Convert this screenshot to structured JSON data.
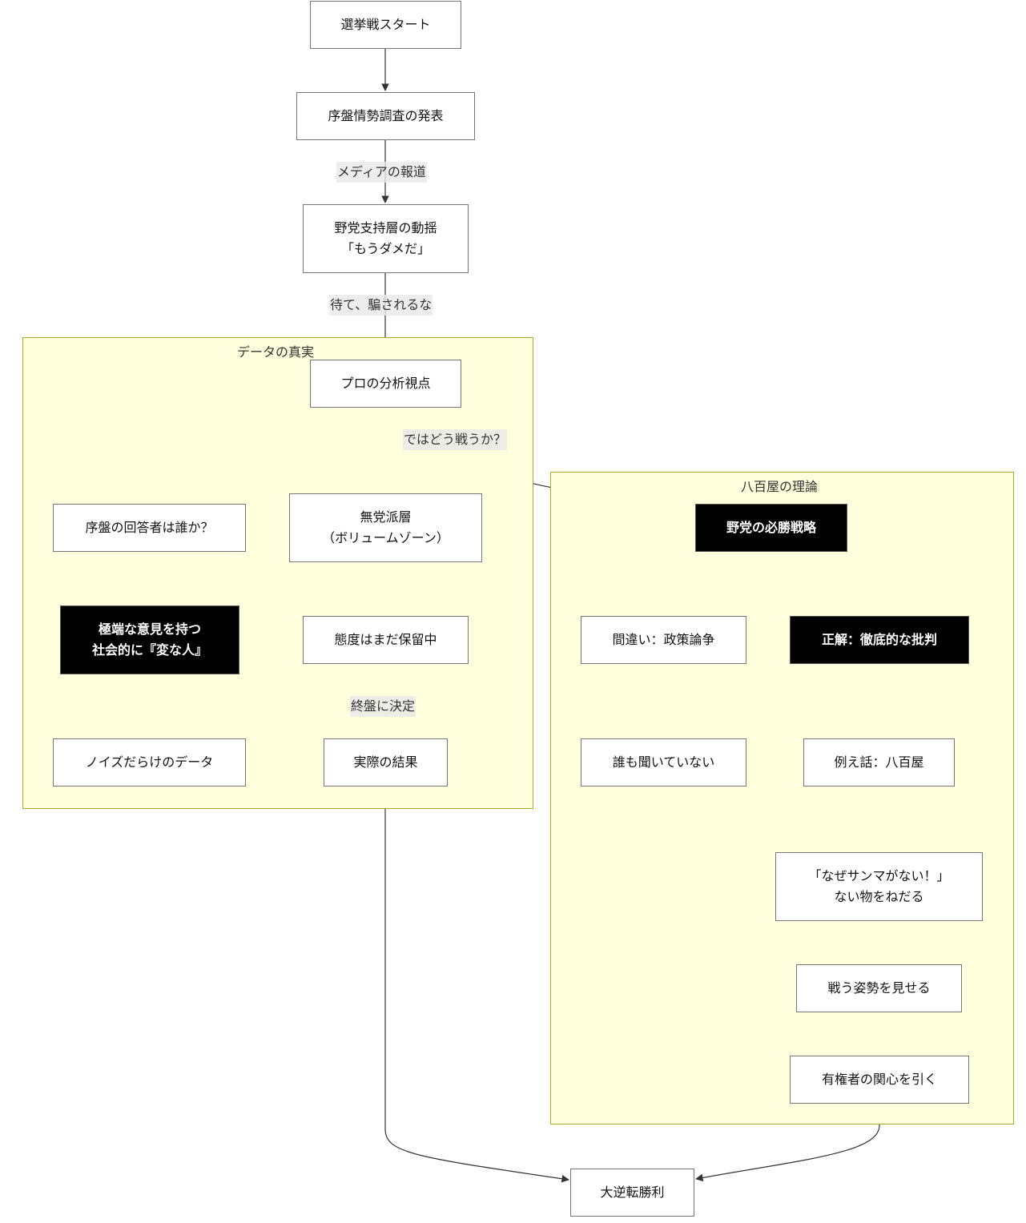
{
  "clusters": {
    "data_truth": {
      "title": "データの真実"
    },
    "yaoya_theory": {
      "title": "八百屋の理論"
    }
  },
  "nodes": {
    "start": {
      "lines": [
        "選挙戦スタート"
      ],
      "style": "default"
    },
    "early_poll": {
      "lines": [
        "序盤情勢調査の発表"
      ],
      "style": "default"
    },
    "opposition_shaken": {
      "lines": [
        "野党支持層の動揺",
        "「もうダメだ」"
      ],
      "style": "default"
    },
    "pro_view": {
      "lines": [
        "プロの分析視点"
      ],
      "style": "default"
    },
    "early_respondents": {
      "lines": [
        "序盤の回答者は誰か？"
      ],
      "style": "default"
    },
    "extreme_people": {
      "lines": [
        "極端な意見を持つ",
        "社会的に『変な人』"
      ],
      "style": "dark"
    },
    "noisy_data": {
      "lines": [
        "ノイズだらけのデータ"
      ],
      "style": "default"
    },
    "independents": {
      "lines": [
        "無党派層",
        "（ボリュームゾーン）"
      ],
      "style": "default"
    },
    "undecided": {
      "lines": [
        "態度はまだ保留中"
      ],
      "style": "default"
    },
    "actual_result": {
      "lines": [
        "実際の結果"
      ],
      "style": "default"
    },
    "winning_strategy": {
      "lines": [
        "野党の必勝戦略"
      ],
      "style": "dark"
    },
    "wrong_policy": {
      "lines": [
        "間違い：政策論争"
      ],
      "style": "default"
    },
    "right_criticism": {
      "lines": [
        "正解：徹底的な批判"
      ],
      "style": "dark"
    },
    "nobody_listens": {
      "lines": [
        "誰も聞いていない"
      ],
      "style": "default"
    },
    "parable": {
      "lines": [
        "例え話：八百屋"
      ],
      "style": "default"
    },
    "no_saury": {
      "lines": [
        "「なぜサンマがない！」",
        "ない物をねだる"
      ],
      "style": "default"
    },
    "show_fight": {
      "lines": [
        "戦う姿勢を見せる"
      ],
      "style": "default"
    },
    "voter_interest": {
      "lines": [
        "有権者の関心を引く"
      ],
      "style": "default"
    },
    "big_win": {
      "lines": [
        "大逆転勝利"
      ],
      "style": "default"
    }
  },
  "edges": [
    {
      "from": "start",
      "to": "early_poll",
      "label": ""
    },
    {
      "from": "early_poll",
      "to": "opposition_shaken",
      "label": "メディアの報道"
    },
    {
      "from": "opposition_shaken",
      "to": "pro_view",
      "label": "待て、騙されるな"
    },
    {
      "from": "pro_view",
      "to": "early_respondents",
      "label": ""
    },
    {
      "from": "pro_view",
      "to": "independents",
      "label": ""
    },
    {
      "from": "pro_view",
      "to": "winning_strategy",
      "label": "ではどう戦うか？"
    },
    {
      "from": "early_respondents",
      "to": "extreme_people",
      "label": ""
    },
    {
      "from": "extreme_people",
      "to": "noisy_data",
      "label": ""
    },
    {
      "from": "independents",
      "to": "undecided",
      "label": ""
    },
    {
      "from": "undecided",
      "to": "actual_result",
      "label": "終盤に決定"
    },
    {
      "from": "winning_strategy",
      "to": "wrong_policy",
      "label": ""
    },
    {
      "from": "winning_strategy",
      "to": "right_criticism",
      "label": ""
    },
    {
      "from": "wrong_policy",
      "to": "nobody_listens",
      "label": ""
    },
    {
      "from": "right_criticism",
      "to": "parable",
      "label": ""
    },
    {
      "from": "parable",
      "to": "no_saury",
      "label": ""
    },
    {
      "from": "no_saury",
      "to": "show_fight",
      "label": ""
    },
    {
      "from": "show_fight",
      "to": "voter_interest",
      "label": ""
    },
    {
      "from": "actual_result",
      "to": "big_win",
      "label": ""
    },
    {
      "from": "voter_interest",
      "to": "big_win",
      "label": ""
    }
  ],
  "colors": {
    "cluster_fill": "#ffffde",
    "cluster_border": "#aaaa33",
    "node_fill": "#ffffff",
    "node_border": "#777777",
    "dark_node_fill": "#000000",
    "dark_node_text": "#ffffff",
    "edge": "#333333",
    "edge_label_bg": "#e8e8e8"
  }
}
